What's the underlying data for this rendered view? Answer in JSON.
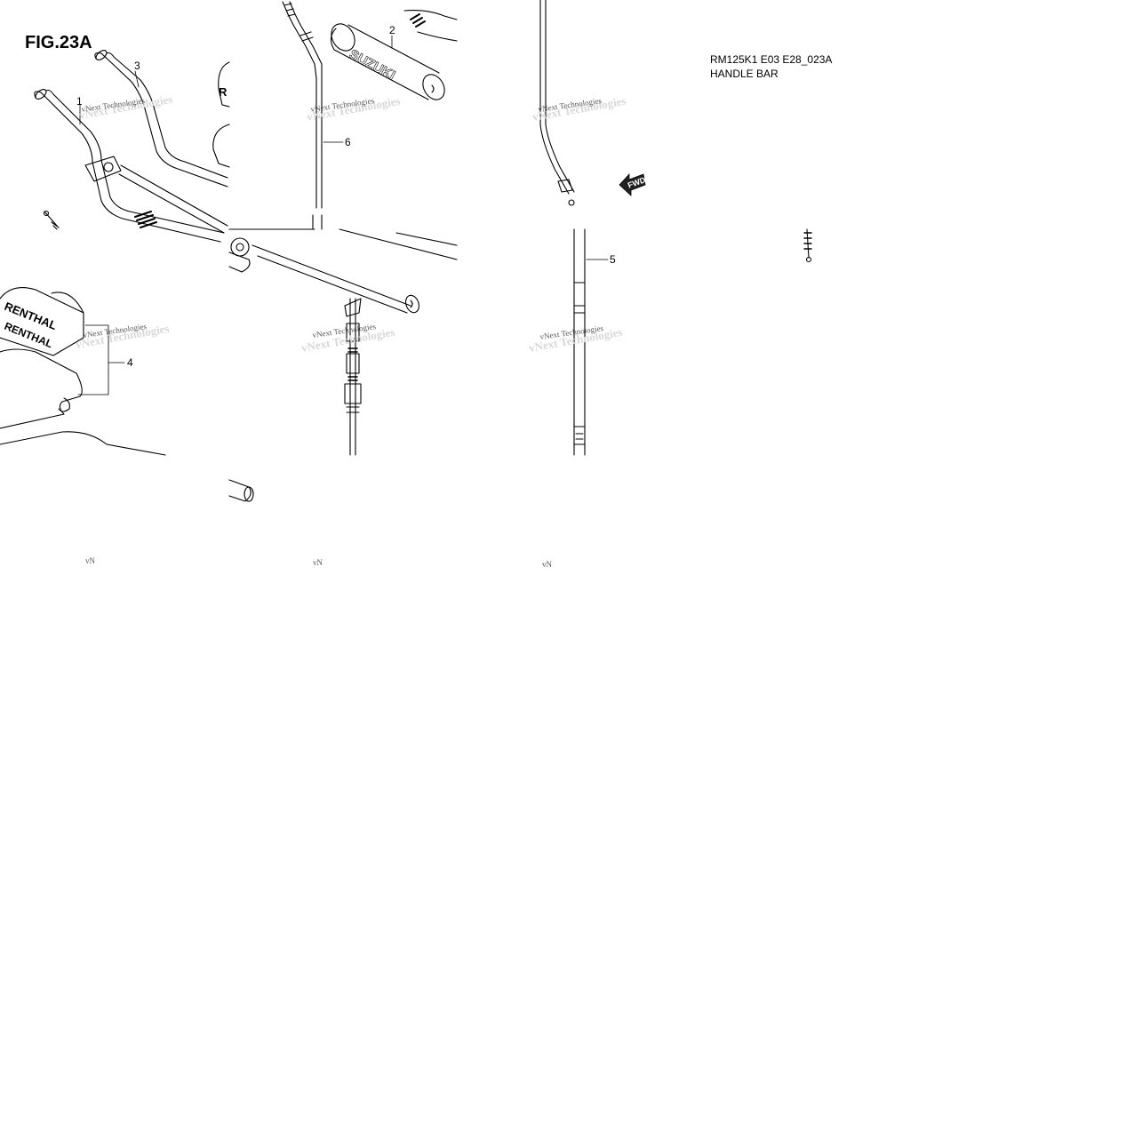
{
  "figure": {
    "label": "FIG.23A",
    "model_code": "RM125K1 E03 E28_023A",
    "section_title": "HANDLE BAR"
  },
  "callouts": [
    "1",
    "2",
    "3",
    "4",
    "5",
    "6"
  ],
  "watermark": "vNext Technologies",
  "watermark_fragment": "vN",
  "brand_marks": {
    "pad_top": "SUZUKI",
    "pad_left": "RENTHAL",
    "pad_left_2": "RENTHAL",
    "partial_logo": "R"
  },
  "direction_arrow": "FWD",
  "icons": [
    "forward-arrow-icon"
  ]
}
